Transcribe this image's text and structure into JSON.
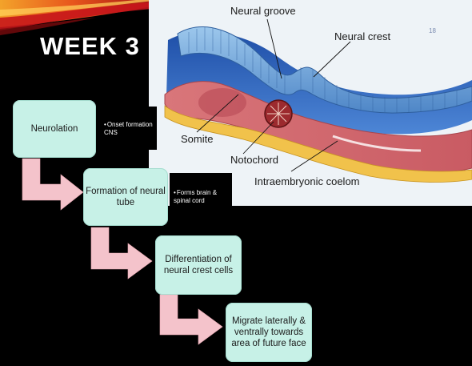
{
  "slide_title": "WEEK 3",
  "page_number": "18",
  "figure": {
    "labels": {
      "neural_groove": "Neural groove",
      "neural_crest": "Neural crest",
      "somite": "Somite",
      "notochord": "Notochord",
      "intraembryonic_coelom": "Intraembryonic coelom"
    }
  },
  "flow": {
    "steps": [
      {
        "label": "Neurolation",
        "note_bullet": "•",
        "note": "Onset formation CNS"
      },
      {
        "label": "Formation of neural tube",
        "note_bullet": "•",
        "note": "Forms brain & spinal cord"
      },
      {
        "label": "Differentiation of neural crest cells"
      },
      {
        "label": "Migrate laterally & ventrally towards area of future face"
      }
    ]
  },
  "colors": {
    "box_fill": "#c7f1e7",
    "arrow_fill": "#f4c3cb",
    "background": "#000000",
    "swoosh_red": "#c7161b",
    "swoosh_orange": "#f08a1e"
  }
}
